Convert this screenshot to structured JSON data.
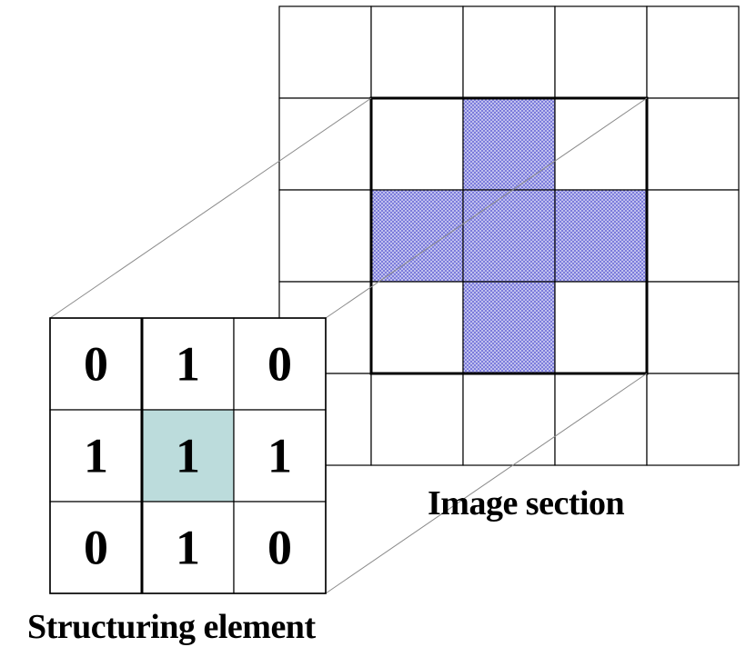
{
  "image_section": {
    "label": "Image section",
    "rows": 5,
    "cols": 5,
    "highlighted_cells": [
      [
        1,
        2
      ],
      [
        2,
        1
      ],
      [
        2,
        2
      ],
      [
        2,
        3
      ],
      [
        3,
        2
      ]
    ],
    "hatch_color": "#6f6fd8"
  },
  "structuring_element": {
    "label": "Structuring element",
    "values": [
      [
        "0",
        "1",
        "0"
      ],
      [
        "1",
        "1",
        "1"
      ],
      [
        "0",
        "1",
        "0"
      ]
    ],
    "origin_cell": [
      1,
      1
    ],
    "origin_color": "#bcdcdc"
  }
}
